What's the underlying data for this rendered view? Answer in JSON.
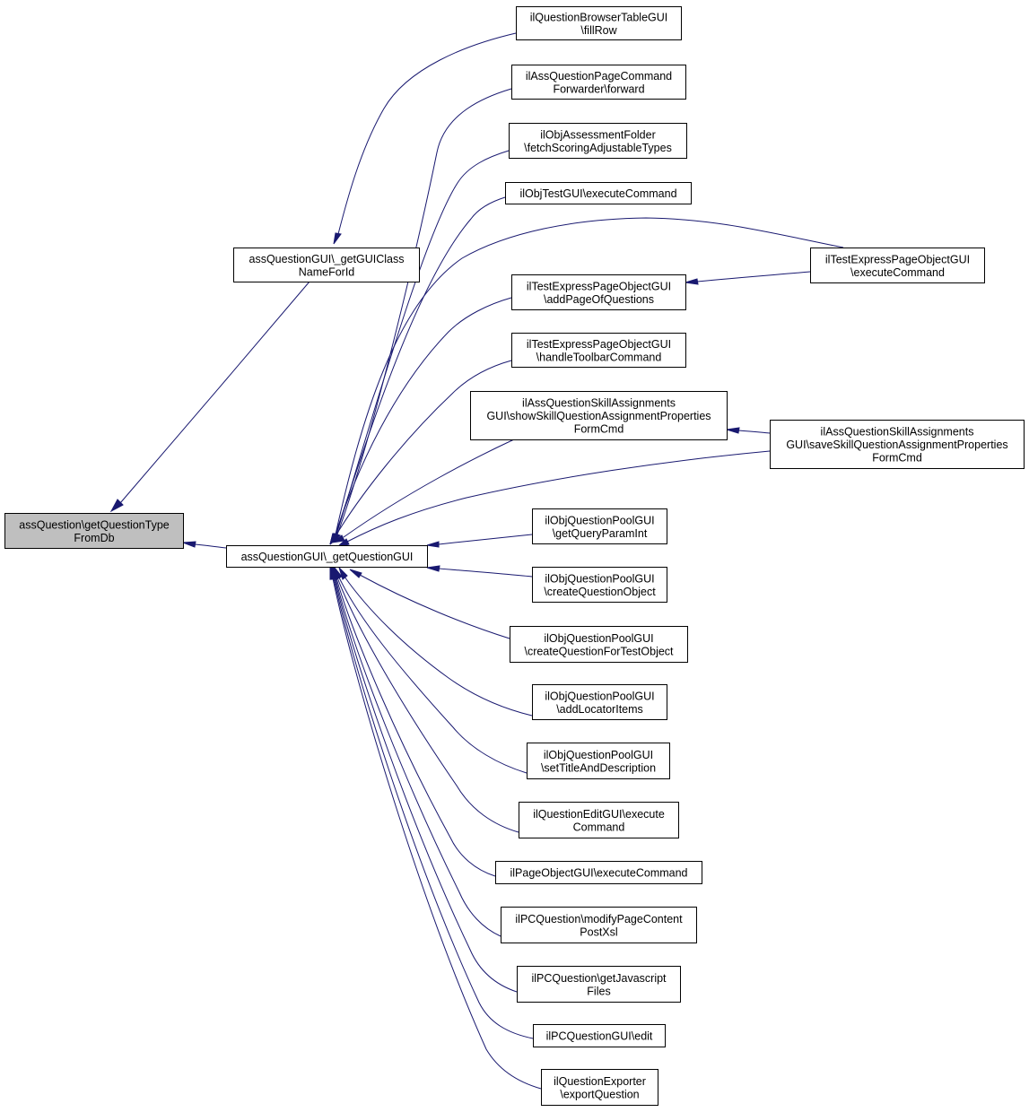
{
  "diagram": {
    "colors": {
      "edge": "#191970",
      "root_fill": "#bfbfbf",
      "node_fill": "#ffffff",
      "border": "#000000"
    },
    "nodes": [
      {
        "id": "root",
        "lines": [
          "assQuestion\\getQuestionType",
          "FromDb"
        ],
        "highlight": true
      },
      {
        "id": "n_getguiclassname",
        "lines": [
          "assQuestionGUI\\_getGUIClass",
          "NameForId"
        ]
      },
      {
        "id": "n_getquestiongui",
        "lines": [
          "assQuestionGUI\\_getQuestionGUI"
        ]
      },
      {
        "id": "n_fillrow",
        "lines": [
          "ilQuestionBrowserTableGUI",
          "\\fillRow"
        ]
      },
      {
        "id": "n_forward",
        "lines": [
          "ilAssQuestionPageCommand",
          "Forwarder\\forward"
        ]
      },
      {
        "id": "n_fetchscoring",
        "lines": [
          "ilObjAssessmentFolder",
          "\\fetchScoringAdjustableTypes"
        ]
      },
      {
        "id": "n_objtest_exec",
        "lines": [
          "ilObjTestGUI\\executeCommand"
        ]
      },
      {
        "id": "n_testexpress_exec",
        "lines": [
          "ilTestExpressPageObjectGUI",
          "\\executeCommand"
        ]
      },
      {
        "id": "n_addpageofq",
        "lines": [
          "ilTestExpressPageObjectGUI",
          "\\addPageOfQuestions"
        ]
      },
      {
        "id": "n_handletoolbar",
        "lines": [
          "ilTestExpressPageObjectGUI",
          "\\handleToolbarCommand"
        ]
      },
      {
        "id": "n_showskill",
        "lines": [
          "ilAssQuestionSkillAssignments",
          "GUI\\showSkillQuestionAssignmentProperties",
          "FormCmd"
        ]
      },
      {
        "id": "n_saveskill",
        "lines": [
          "ilAssQuestionSkillAssignments",
          "GUI\\saveSkillQuestionAssignmentProperties",
          "FormCmd"
        ]
      },
      {
        "id": "n_getqueryparam",
        "lines": [
          "ilObjQuestionPoolGUI",
          "\\getQueryParamInt"
        ]
      },
      {
        "id": "n_createqobj",
        "lines": [
          "ilObjQuestionPoolGUI",
          "\\createQuestionObject"
        ]
      },
      {
        "id": "n_createqfortest",
        "lines": [
          "ilObjQuestionPoolGUI",
          "\\createQuestionForTestObject"
        ]
      },
      {
        "id": "n_addlocator",
        "lines": [
          "ilObjQuestionPoolGUI",
          "\\addLocatorItems"
        ]
      },
      {
        "id": "n_settitle",
        "lines": [
          "ilObjQuestionPoolGUI",
          "\\setTitleAndDescription"
        ]
      },
      {
        "id": "n_qedit_exec",
        "lines": [
          "ilQuestionEditGUI\\execute",
          "Command"
        ]
      },
      {
        "id": "n_pageobj_exec",
        "lines": [
          "ilPageObjectGUI\\executeCommand"
        ]
      },
      {
        "id": "n_modifypage",
        "lines": [
          "ilPCQuestion\\modifyPageContent",
          "PostXsl"
        ]
      },
      {
        "id": "n_getjs",
        "lines": [
          "ilPCQuestion\\getJavascript",
          "Files"
        ]
      },
      {
        "id": "n_pcqgui_edit",
        "lines": [
          "ilPCQuestionGUI\\edit"
        ]
      },
      {
        "id": "n_export",
        "lines": [
          "ilQuestionExporter",
          "\\exportQuestion"
        ]
      }
    ],
    "edges": [
      {
        "from": "n_getguiclassname",
        "to": "root"
      },
      {
        "from": "n_getquestiongui",
        "to": "root"
      },
      {
        "from": "n_fillrow",
        "to": "n_getguiclassname"
      },
      {
        "from": "n_forward",
        "to": "n_getquestiongui"
      },
      {
        "from": "n_fetchscoring",
        "to": "n_getquestiongui"
      },
      {
        "from": "n_objtest_exec",
        "to": "n_getquestiongui"
      },
      {
        "from": "n_testexpress_exec",
        "to": "n_getquestiongui"
      },
      {
        "from": "n_testexpress_exec",
        "to": "n_addpageofq"
      },
      {
        "from": "n_addpageofq",
        "to": "n_getquestiongui"
      },
      {
        "from": "n_handletoolbar",
        "to": "n_getquestiongui"
      },
      {
        "from": "n_showskill",
        "to": "n_getquestiongui"
      },
      {
        "from": "n_saveskill",
        "to": "n_showskill"
      },
      {
        "from": "n_saveskill",
        "to": "n_getquestiongui"
      },
      {
        "from": "n_getqueryparam",
        "to": "n_getquestiongui"
      },
      {
        "from": "n_createqobj",
        "to": "n_getquestiongui"
      },
      {
        "from": "n_createqfortest",
        "to": "n_getquestiongui"
      },
      {
        "from": "n_addlocator",
        "to": "n_getquestiongui"
      },
      {
        "from": "n_settitle",
        "to": "n_getquestiongui"
      },
      {
        "from": "n_qedit_exec",
        "to": "n_getquestiongui"
      },
      {
        "from": "n_pageobj_exec",
        "to": "n_getquestiongui"
      },
      {
        "from": "n_modifypage",
        "to": "n_getquestiongui"
      },
      {
        "from": "n_getjs",
        "to": "n_getquestiongui"
      },
      {
        "from": "n_pcqgui_edit",
        "to": "n_getquestiongui"
      },
      {
        "from": "n_export",
        "to": "n_getquestiongui"
      }
    ]
  }
}
